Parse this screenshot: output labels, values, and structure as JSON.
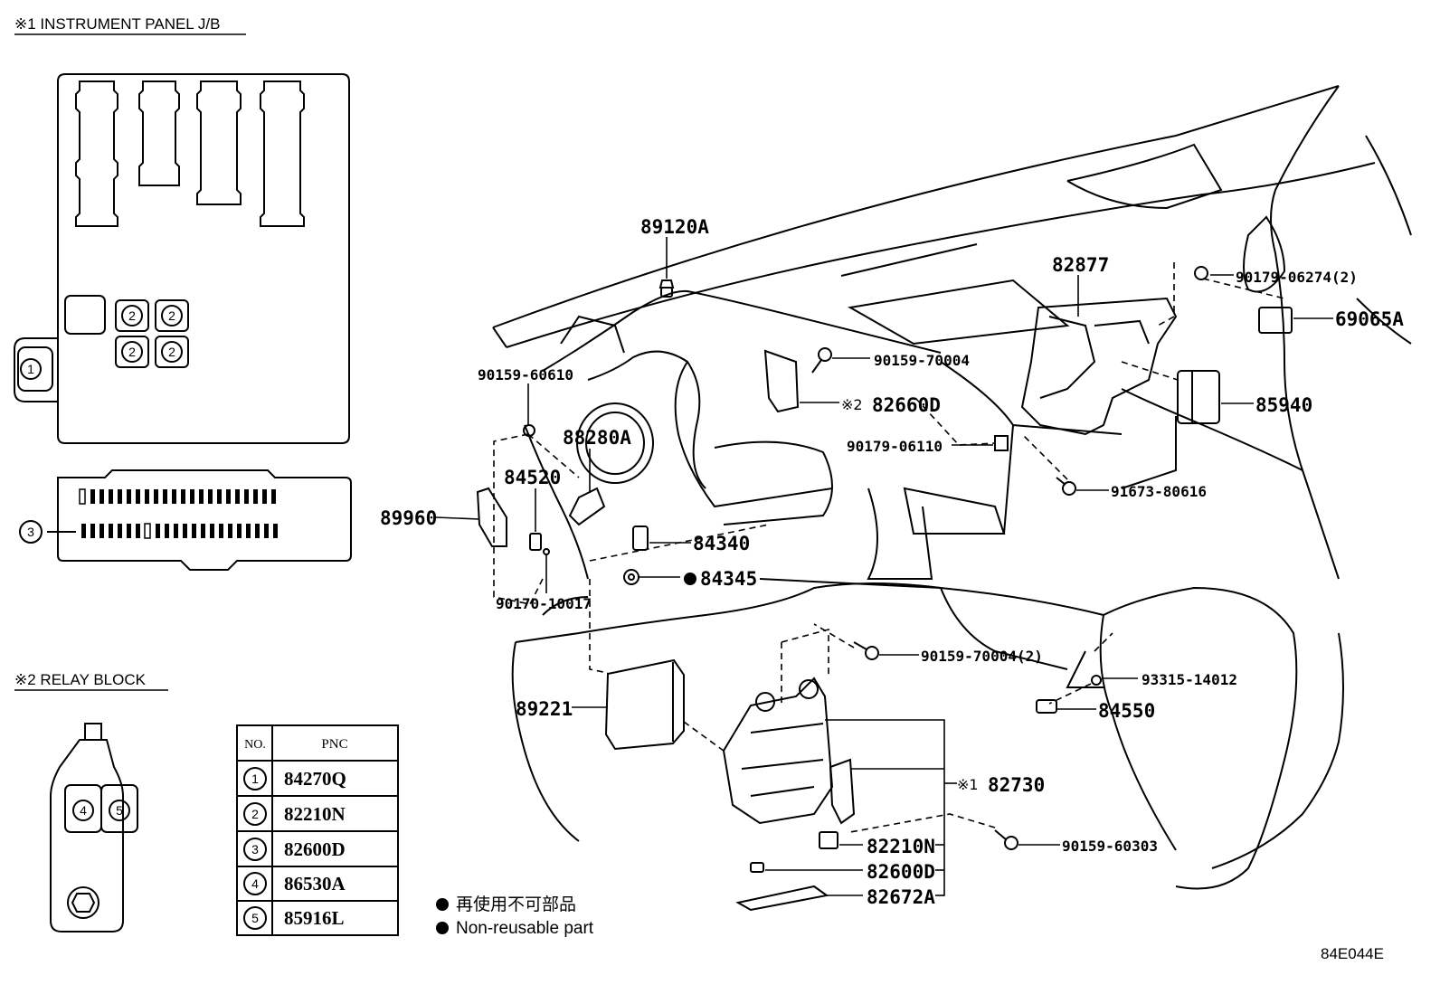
{
  "sections": {
    "instrument_panel_jb": "※1 INSTRUMENT PANEL J/B",
    "relay_block": "※2 RELAY BLOCK"
  },
  "callouts": {
    "c1": "1",
    "c2": "2",
    "c3": "3",
    "c4": "4",
    "c5": "5",
    "ref1": "※1",
    "ref2": "※2"
  },
  "table": {
    "headers": [
      "NO.",
      "PNC"
    ],
    "rows": [
      {
        "no": "1",
        "pnc": "84270Q"
      },
      {
        "no": "2",
        "pnc": "82210N"
      },
      {
        "no": "3",
        "pnc": "82600D"
      },
      {
        "no": "4",
        "pnc": "86530A"
      },
      {
        "no": "5",
        "pnc": "85916L"
      }
    ]
  },
  "parts": {
    "p89120A": "89120A",
    "p82877": "82877",
    "p90179_06274": "90179-06274(2)",
    "p69065A": "69065A",
    "p90159_70004": "90159-70004",
    "p82660D": "82660D",
    "p85940": "85940",
    "p90159_60610": "90159-60610",
    "p88280A": "88280A",
    "p90179_06110": "90179-06110",
    "p84520": "84520",
    "p89960": "89960",
    "p91673_80616": "91673-80616",
    "p84340": "84340",
    "p84345": "84345",
    "p90170_10017": "90170-10017",
    "p90159_70004_2": "90159-70004(2)",
    "p93315_14012": "93315-14012",
    "p84550": "84550",
    "p89221": "89221",
    "p82730": "82730",
    "p90159_60303": "90159-60303",
    "p82210N": "82210N",
    "p82600D": "82600D",
    "p82672A": "82672A"
  },
  "legend": {
    "jp": "再使用不可部品",
    "en": "Non-reusable part"
  },
  "diagram_code": "84E044E"
}
